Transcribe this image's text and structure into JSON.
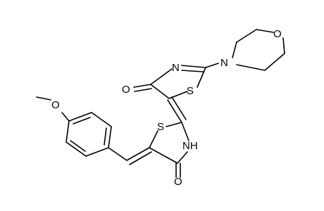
{
  "molecule": {
    "atoms": {
      "o_methoxy": "O",
      "o_morpholine": "O",
      "n_morpholine": "N",
      "n_thiazole_upper": "N",
      "o_carbonyl_upper": "O",
      "s_thiazole_upper": "S",
      "s_thiazolidine_lower": "S",
      "nh_thiazolidine_lower": "NH",
      "o_carbonyl_lower": "O"
    }
  }
}
